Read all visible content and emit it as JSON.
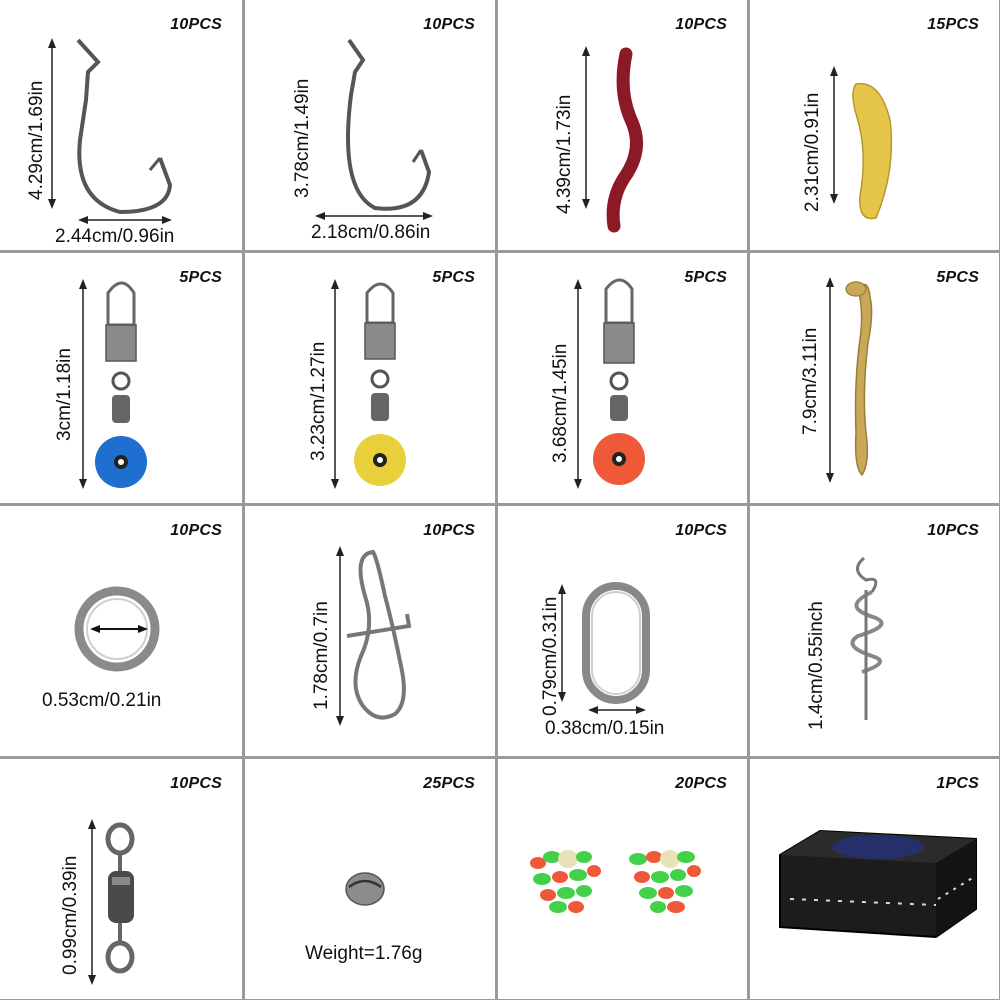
{
  "items": [
    {
      "count": "10PCS",
      "height": "4.29cm/1.69in",
      "width": "2.44cm/0.96in",
      "icon": "worm-hook-large-icon"
    },
    {
      "count": "10PCS",
      "height": "3.78cm/1.49in",
      "width": "2.18cm/0.86in",
      "icon": "worm-hook-small-icon"
    },
    {
      "count": "10PCS",
      "height": "4.39cm/1.73in",
      "icon": "red-worm-lure-icon"
    },
    {
      "count": "15PCS",
      "height": "2.31cm/0.91in",
      "icon": "yellow-grub-lure-icon"
    },
    {
      "count": "5PCS",
      "height": "3cm/1.18in",
      "icon": "blue-float-swivel-icon"
    },
    {
      "count": "5PCS",
      "height": "3.23cm/1.27in",
      "icon": "yellow-float-swivel-icon"
    },
    {
      "count": "5PCS",
      "height": "3.68cm/1.45in",
      "icon": "red-float-swivel-icon"
    },
    {
      "count": "5PCS",
      "height": "7.9cm/3.11in",
      "icon": "shad-tail-lure-icon"
    },
    {
      "count": "10PCS",
      "width": "0.53cm/0.21in",
      "icon": "split-ring-icon"
    },
    {
      "count": "10PCS",
      "height": "1.78cm/0.7in",
      "icon": "snap-clip-icon"
    },
    {
      "count": "10PCS",
      "height": "0.79cm/0.31in",
      "width": "0.38cm/0.15in",
      "icon": "oval-ring-icon"
    },
    {
      "count": "10PCS",
      "height": "1.4cm/0.55inch",
      "icon": "spring-lock-icon"
    },
    {
      "count": "10PCS",
      "height": "0.99cm/0.39in",
      "icon": "barrel-swivel-icon"
    },
    {
      "count": "25PCS",
      "weight": "Weight=1.76g",
      "icon": "split-shot-sinker-icon"
    },
    {
      "count": "20PCS",
      "icon": "fishing-beads-icon"
    },
    {
      "count": "1PCS",
      "icon": "tackle-box-icon"
    }
  ],
  "colors": {
    "border": "#9a9a9a",
    "metal": "#7a7a7a",
    "worm": "#8b1a26",
    "grub": "#e6c64a",
    "blue": "#1f6fd1",
    "yellow": "#e9cf3a",
    "orange": "#ee5a38",
    "shad": "#c9a858"
  }
}
